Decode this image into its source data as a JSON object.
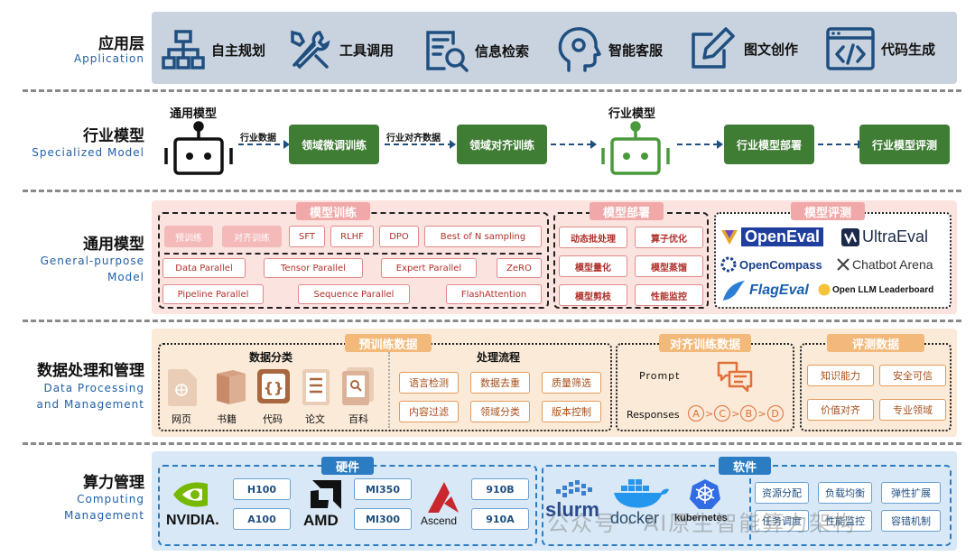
{
  "layers": {
    "app": {
      "zh": "应用层",
      "en": "Application"
    },
    "specialized": {
      "zh": "行业模型",
      "en": "Specialized Model"
    },
    "general": {
      "zh": "通用模型",
      "en1": "General-purpose",
      "en2": "Model"
    },
    "data": {
      "zh": "数据处理和管理",
      "en1": "Data Processing",
      "en2": "and Management"
    },
    "compute": {
      "zh": "算力管理",
      "en1": "Computing",
      "en2": "Management"
    }
  },
  "app_items": [
    "自主规划",
    "工具调用",
    "信息检索",
    "智能客服",
    "图文创作",
    "代码生成"
  ],
  "specialized": {
    "general_model_label": "通用模型",
    "industry_model_label": "行业模型",
    "arrow1": "行业数据",
    "step1": "领域微调训练",
    "arrow2": "行业对齐数据",
    "step2": "领域对齐训练",
    "step3": "行业模型部署",
    "step4": "行业模型评测"
  },
  "general": {
    "training_title": "模型训练",
    "training_row1": [
      "预训练",
      "对齐训练",
      "SFT",
      "RLHF",
      "DPO",
      "Best of N sampling"
    ],
    "training_row2": [
      "Data Parallel",
      "Tensor Parallel",
      "Expert Parallel",
      "ZeRO"
    ],
    "training_row3": [
      "Pipeline Parallel",
      "Sequence Parallel",
      "FlashAttention"
    ],
    "deploy_title": "模型部署",
    "deploy_items": [
      "动态批处理",
      "算子优化",
      "模型量化",
      "模型蒸馏",
      "模型剪枝",
      "性能监控"
    ],
    "eval_title": "模型评测",
    "eval_items": [
      "OpenEval",
      "UltraEval",
      "OpenCompass",
      "Chatbot Arena",
      "FlagEval",
      "Open LLM Leaderboard"
    ]
  },
  "data": {
    "pretrain_title": "预训练数据",
    "classify_title": "数据分类",
    "classify_items": [
      "网页",
      "书籍",
      "代码",
      "论文",
      "百科"
    ],
    "process_title": "处理流程",
    "process_items": [
      "语言检测",
      "数据去重",
      "质量筛选",
      "内容过滤",
      "领域分类",
      "版本控制"
    ],
    "align_title": "对齐训练数据",
    "prompt_label": "Prompt",
    "responses_label": "Responses",
    "response_letters": [
      "A",
      "C",
      "B",
      "D"
    ],
    "eval_title": "评测数据",
    "eval_items": [
      "知识能力",
      "安全可信",
      "价值对齐",
      "专业领域"
    ]
  },
  "compute": {
    "hw_title": "硬件",
    "nvidia": "NVIDIA.",
    "nvidia_chips": [
      "H100",
      "A100"
    ],
    "amd": "AMD",
    "amd_chips": [
      "MI350",
      "MI300"
    ],
    "ascend": "Ascend",
    "ascend_chips": [
      "910B",
      "910A"
    ],
    "sw_title": "软件",
    "slurm": "slurm",
    "docker": "docker",
    "kubernetes": "kubernetes",
    "sw_items": [
      "资源分配",
      "负载均衡",
      "弹性扩展",
      "任务调度",
      "性能监控",
      "容错机制"
    ],
    "watermark": "公众号 · AI原生智能算力架构"
  },
  "colors": {
    "app_bg": "#c9d3df",
    "green": "#3f7d34",
    "pink_bg": "#fbe3df",
    "orange_bg": "#fbead8",
    "blue_bg": "#d8e8f6",
    "blue_accent": "#2b7cc2"
  }
}
